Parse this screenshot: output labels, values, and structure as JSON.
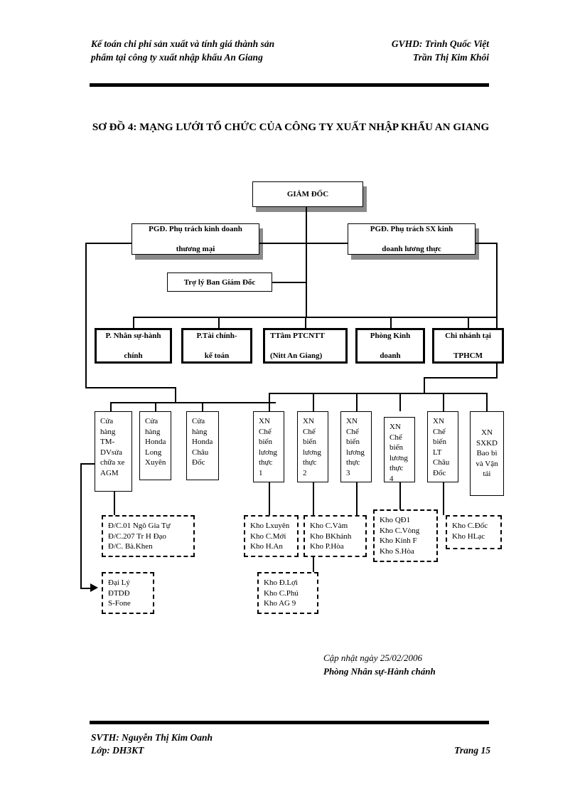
{
  "header": {
    "left_line1": "Kế toán chi phí sản xuất và tính giá thành sản",
    "left_line2": "phẩm tại công ty xuất nhập khẩu An Giang",
    "right_line1": "GVHD: Trình Quốc Việt",
    "right_line2": "Trần Thị Kim Khôi"
  },
  "footer": {
    "author": "SVTH: Nguyễn Thị Kim Oanh",
    "class": "Lớp: DH3KT",
    "page": "Trang 15"
  },
  "diagram": {
    "title": "SƠ ĐỒ 4: MẠNG LƯỚI TỔ CHỨC CỦA CÔNG TY XUẤT NHẬP KHẨU AN GIANG",
    "note_line1": "Cập nhật ngày 25/02/2006",
    "note_line2": "Phòng Nhân sự-Hành chánh",
    "director": "GIÁM ĐỐC",
    "deputy_left_line1": "PGĐ. Phụ trách kinh doanh",
    "deputy_left_line2": "thương mại",
    "deputy_right_line1": "PGĐ. Phụ trách SX kinh",
    "deputy_right_line2": "doanh lương thực",
    "assistant": "Trợ lý Ban Giám Đốc",
    "departments": [
      {
        "line1": "P. Nhân sự-hành",
        "line2": "chính"
      },
      {
        "line1": "P.Tài chính-",
        "line2": "kế toán"
      },
      {
        "line1": "TTâm PTCNTT",
        "line2": "(Nitt An Giang)"
      },
      {
        "line1": "Phòng Kinh",
        "line2": "doanh"
      },
      {
        "line1": "Chi nhánh tại",
        "line2": "TPHCM"
      }
    ],
    "shops": [
      {
        "lines": "Cửa\nhàng\nTM-\nDVsửa\nchữa xe\nAGM"
      },
      {
        "lines": "Cửa\nhàng\nHonda\nLong\nXuyên"
      },
      {
        "lines": "Cửa\nhàng\nHonda\nChâu\nĐốc"
      }
    ],
    "factories": [
      {
        "lines": "XN\nChế\nbiến\nlương\nthực\n1"
      },
      {
        "lines": "XN\nChế\nbiến\nlương\nthực\n2"
      },
      {
        "lines": "XN\nChế\nbiến\nlương\nthực\n3"
      },
      {
        "lines": "XN\nChế\nbiến\nlương\nthực\n4"
      },
      {
        "lines": "XN\nChế\nbiến\nLT\nChâu\nĐốc"
      },
      {
        "lines": "XN\nSXKD\nBao bì\nvà Vận\ntải"
      }
    ],
    "warehouses": [
      {
        "lines": "Đ/C.01 Ngô Gia Tự\nĐ/C.207 Tr H Đạo\nĐ/C. Bà.Khen"
      },
      {
        "lines": "Kho Lxuyên\nKho C.Mới\nKho H.An"
      },
      {
        "lines": "Kho C.Vàm\nKho BKhánh\nKho P.Hòa"
      },
      {
        "lines": "Kho QĐ1\nKho C.Vòng\nKho Kinh F\nKho S.Hòa"
      },
      {
        "lines": "Kho C.Đốc\nKho HLạc"
      },
      {
        "lines": "Đại Lý\nĐTDĐ\nS-Fone"
      },
      {
        "lines": "Kho Đ.Lợi\nKho C.Phú\nKho AG 9"
      }
    ]
  }
}
